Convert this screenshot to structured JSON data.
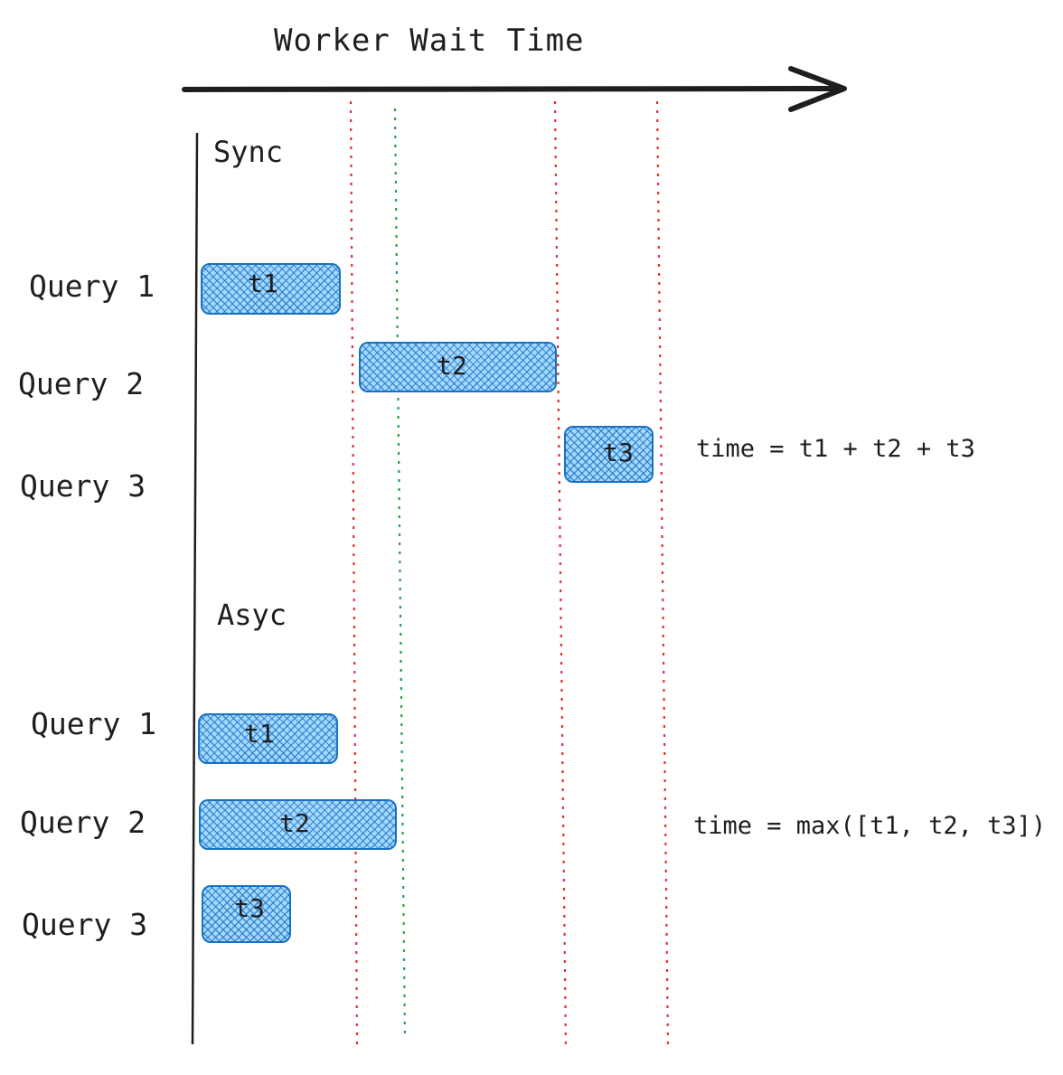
{
  "title": "Worker Wait Time",
  "colors": {
    "ink": "#1e1e1e",
    "bar_stroke": "#1971c2",
    "bar_fill": "#a5d8ff",
    "guide_red": "#e03131",
    "guide_green": "#2f9e44"
  },
  "sections": {
    "sync": {
      "label": "Sync",
      "queries": [
        "Query 1",
        "Query 2",
        "Query 3"
      ],
      "bars": [
        "t1",
        "t2",
        "t3"
      ],
      "formula": "time = t1 + t2 + t3"
    },
    "async": {
      "label": "Asyc",
      "queries": [
        "Query 1",
        "Query 2",
        "Query 3"
      ],
      "bars": [
        "t1",
        "t2",
        "t3"
      ],
      "formula": "time = max([t1, t2, t3])"
    }
  }
}
